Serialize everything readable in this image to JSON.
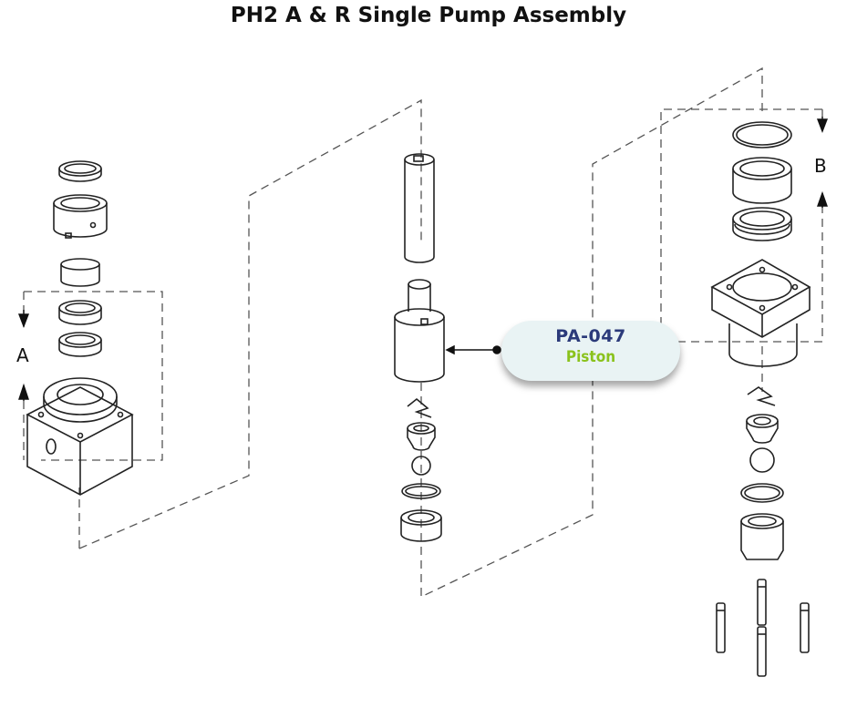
{
  "title": "PH2 A & R Single Pump Assembly",
  "callout": {
    "code": "PA-047",
    "name": "Piston"
  },
  "labels": {
    "a": "A",
    "b": "B"
  }
}
